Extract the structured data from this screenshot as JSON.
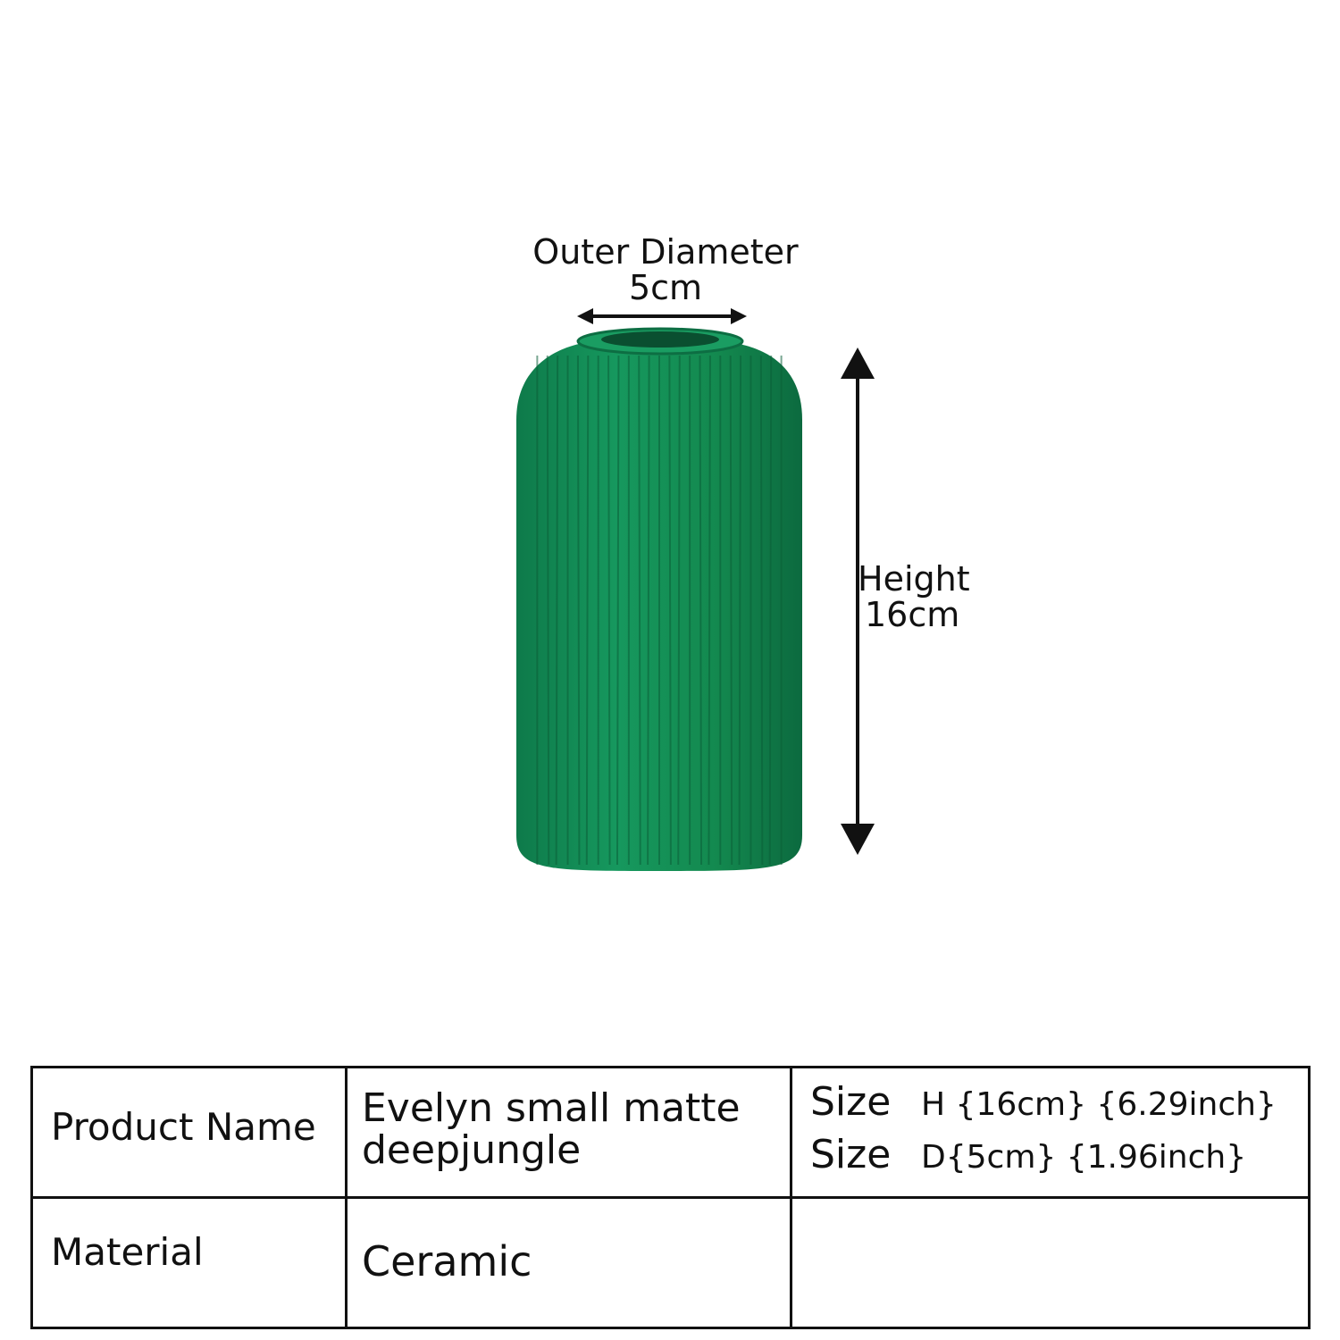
{
  "diagram": {
    "outer_diameter": {
      "title": "Outer Diameter",
      "value": "5cm"
    },
    "height": {
      "title": "Height",
      "value": "16cm"
    },
    "vase_color": "#15905a",
    "vase_shade": "#0d6e43",
    "arrow_color": "#111111"
  },
  "table": {
    "rows": [
      {
        "label": "Product Name",
        "value_lines": [
          "Evelyn small matte",
          "deepjungle"
        ],
        "sizes": [
          {
            "word": "Size",
            "value": "H {16cm} {6.29inch}"
          },
          {
            "word": "Size",
            "value": "D{5cm} {1.96inch}"
          }
        ]
      },
      {
        "label": "Material",
        "value_lines": [
          "Ceramic"
        ],
        "sizes": []
      }
    ]
  }
}
